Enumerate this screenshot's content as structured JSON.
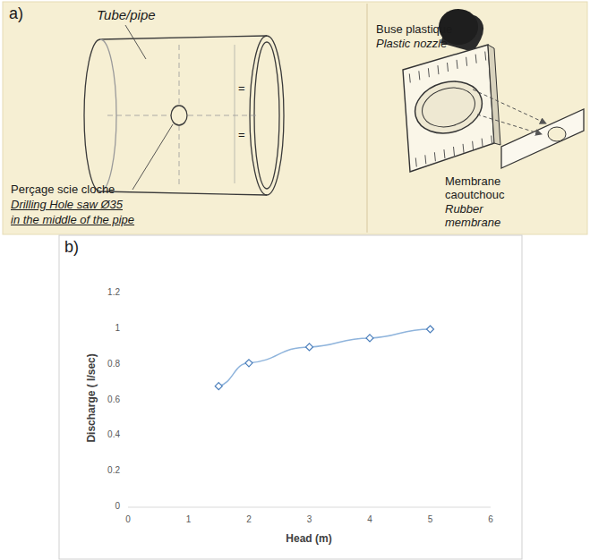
{
  "diagram": {
    "labels": [
      "a)",
      "Tube/pipe",
      "=",
      "=",
      "Perçage scie cloche",
      "Drilling Hole saw Ø35",
      "in the middle of the pipe",
      "Buse plastique",
      "Plastic nozzle",
      "Membrane caoutchouc",
      "Rubber membrane",
      "b)",
      "1.2",
      "1",
      "0.8",
      "0.6",
      "0.4",
      "0.2",
      "0",
      "0",
      "1",
      "2",
      "3",
      "4",
      "5",
      "6",
      "Discharge ( l/sec)",
      "Head (m)"
    ]
  }
}
